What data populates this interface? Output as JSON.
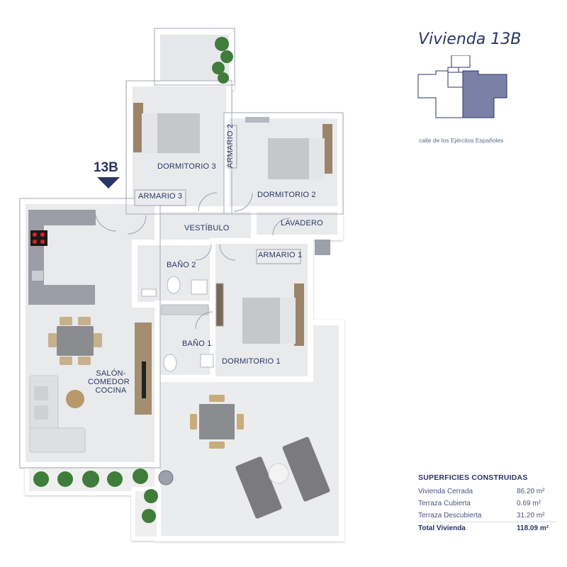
{
  "unit": {
    "code": "13B",
    "title": "Vivienda 13B",
    "street": "calle de los Ejércitos Españoles"
  },
  "rooms": {
    "dormitorio3": "DORMITORIO 3",
    "armario3": "ARMARIO 3",
    "armario2": "ARMARIO 2",
    "dormitorio2": "DORMITORIO 2",
    "vestibulo": "VESTÍBULO",
    "lavadero": "LAVADERO",
    "armario1": "ARMARIO 1",
    "bano2": "BAÑO 2",
    "bano1": "BAÑO 1",
    "dormitorio1": "DORMITORIO 1",
    "salon_line1": "SALÓN-",
    "salon_line2": "COMEDOR",
    "salon_line3": "COCINA"
  },
  "areas": {
    "title": "SUPERFICIES CONSTRUIDAS",
    "rows": [
      {
        "label": "Vivienda Cerrada",
        "value": "86.20 m²"
      },
      {
        "label": "Terraza Cubierta",
        "value": "0.69 m²"
      },
      {
        "label": "Terraza Descubierta",
        "value": "31.20 m²"
      }
    ],
    "total": {
      "label": "Total Vivienda",
      "value": "118.09 m²"
    }
  },
  "colors": {
    "wall": "#ffffff",
    "wall_edge": "#8a8fa0",
    "floor": "#e9eaec",
    "brand": "#2a3566",
    "highlight": "#7b80a6",
    "plant": "#3f7d3a",
    "wood": "#b99a6a"
  }
}
